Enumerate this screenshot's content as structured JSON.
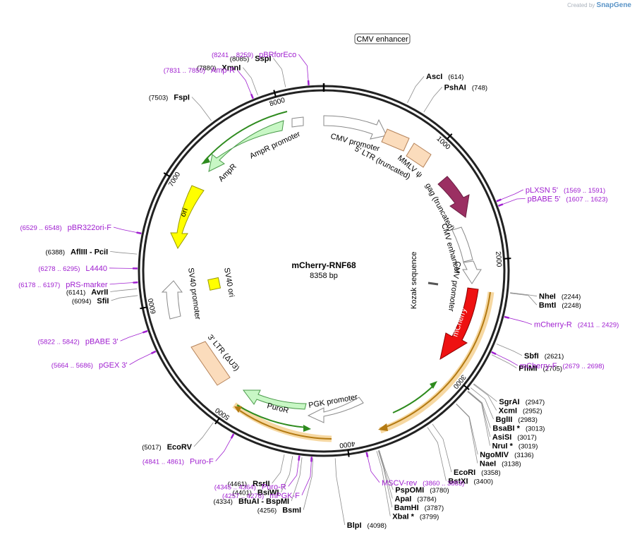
{
  "brand": {
    "created_by": "Created by",
    "name": "SnapGene"
  },
  "colors": {
    "primer": "#a020d0",
    "backbone": "#222222",
    "label": "#000000",
    "leader": "#808080"
  },
  "plasmid": {
    "name": "mCherry-RNF68",
    "size_label": "8358 bp",
    "length": 8358
  },
  "ticks": [
    {
      "pos": 1000,
      "label": "1000"
    },
    {
      "pos": 2000,
      "label": "2000"
    },
    {
      "pos": 3000,
      "label": "3000"
    },
    {
      "pos": 4000,
      "label": "4000"
    },
    {
      "pos": 5000,
      "label": "5000"
    },
    {
      "pos": 6000,
      "label": "6000"
    },
    {
      "pos": 7000,
      "label": "7000"
    },
    {
      "pos": 8000,
      "label": "8000"
    }
  ],
  "sites": [
    {
      "name": "AscI",
      "pos": "(614)",
      "bp": 614,
      "side": "left"
    },
    {
      "name": "PshAI",
      "pos": "(748)",
      "bp": 748,
      "side": "left"
    },
    {
      "name": "NheI",
      "pos": "(2244)",
      "bp": 2244,
      "side": "left"
    },
    {
      "name": "BmtI",
      "pos": "(2248)",
      "bp": 2248,
      "side": "left"
    },
    {
      "name": "SbfI",
      "pos": "(2621)",
      "bp": 2621,
      "side": "left"
    },
    {
      "name": "PflMI",
      "pos": "(2705)",
      "bp": 2705,
      "side": "left"
    },
    {
      "name": "SgrAI",
      "pos": "(2947)",
      "bp": 2947,
      "side": "left"
    },
    {
      "name": "XcmI",
      "pos": "(2952)",
      "bp": 2952,
      "side": "left"
    },
    {
      "name": "BglII",
      "pos": "(2983)",
      "bp": 2983,
      "side": "left"
    },
    {
      "name": "BsaBI *",
      "pos": "(3013)",
      "bp": 3013,
      "side": "left"
    },
    {
      "name": "AsiSI",
      "pos": "(3017)",
      "bp": 3017,
      "side": "left"
    },
    {
      "name": "NruI *",
      "pos": "(3019)",
      "bp": 3019,
      "side": "left"
    },
    {
      "name": "NgoMIV",
      "pos": "(3136)",
      "bp": 3136,
      "side": "left"
    },
    {
      "name": "NaeI",
      "pos": "(3138)",
      "bp": 3138,
      "side": "left"
    },
    {
      "name": "EcoRI",
      "pos": "(3358)",
      "bp": 3358,
      "side": "left"
    },
    {
      "name": "BstXI",
      "pos": "(3400)",
      "bp": 3400,
      "side": "left"
    },
    {
      "name": "PspOMI",
      "pos": "(3780)",
      "bp": 3780,
      "side": "left"
    },
    {
      "name": "ApaI",
      "pos": "(3784)",
      "bp": 3784,
      "side": "left"
    },
    {
      "name": "BamHI",
      "pos": "(3787)",
      "bp": 3787,
      "side": "left"
    },
    {
      "name": "XbaI *",
      "pos": "(3799)",
      "bp": 3799,
      "side": "left"
    },
    {
      "name": "BlpI",
      "pos": "(4098)",
      "bp": 4098,
      "side": "left"
    },
    {
      "name": "BsmI",
      "pos": "(4256)",
      "bp": 4256,
      "side": "left"
    },
    {
      "name": "BfuAI - BspMI",
      "pos": "(4334)",
      "bp": 4334,
      "side": "right"
    },
    {
      "name": "BsiWI",
      "pos": "(4401)",
      "bp": 4401,
      "side": "right"
    },
    {
      "name": "RsrII",
      "pos": "(4461)",
      "bp": 4461,
      "side": "right"
    },
    {
      "name": "EcoRV",
      "pos": "(5017)",
      "bp": 5017,
      "side": "right"
    },
    {
      "name": "SfiI",
      "pos": "(6094)",
      "bp": 6094,
      "side": "right"
    },
    {
      "name": "AvrII",
      "pos": "(6141)",
      "bp": 6141,
      "side": "right"
    },
    {
      "name": "AflIII - PciI",
      "pos": "(6388)",
      "bp": 6388,
      "side": "right"
    },
    {
      "name": "FspI",
      "pos": "(7503)",
      "bp": 7503,
      "side": "right"
    },
    {
      "name": "XmnI",
      "pos": "(7880)",
      "bp": 7880,
      "side": "right"
    },
    {
      "name": "SspI",
      "pos": "(8085)",
      "bp": 8085,
      "side": "right"
    }
  ],
  "primers": [
    {
      "name": "pLXSN 5'",
      "pos": "(1569 .. 1591)",
      "bp": 1580,
      "side": "left"
    },
    {
      "name": "pBABE 5'",
      "pos": "(1607 .. 1623)",
      "bp": 1615,
      "side": "left"
    },
    {
      "name": "mCherry-R",
      "pos": "(2411 .. 2429)",
      "bp": 2420,
      "side": "left"
    },
    {
      "name": "mCherry-F",
      "pos": "(2679 .. 2698)",
      "bp": 2688,
      "side": "left"
    },
    {
      "name": "MSCV-rev",
      "pos": "(3860 .. 3883)",
      "bp": 3871,
      "side": "left"
    },
    {
      "name": "mPGK-F",
      "pos": "(4257 .. 4276)",
      "bp": 4266,
      "side": "right"
    },
    {
      "name": "Puro-R",
      "pos": "(4345 .. 4364)",
      "bp": 4354,
      "side": "right"
    },
    {
      "name": "Puro-F",
      "pos": "(4841 .. 4861)",
      "bp": 4851,
      "side": "right"
    },
    {
      "name": "pGEX 3'",
      "pos": "(5664 .. 5686)",
      "bp": 5675,
      "side": "right"
    },
    {
      "name": "pBABE 3'",
      "pos": "(5822 .. 5842)",
      "bp": 5832,
      "side": "right"
    },
    {
      "name": "pRS-marker",
      "pos": "(6178 .. 6197)",
      "bp": 6187,
      "side": "right"
    },
    {
      "name": "L4440",
      "pos": "(6278 .. 6295)",
      "bp": 6286,
      "side": "right"
    },
    {
      "name": "pBR322ori-F",
      "pos": "(6529 .. 6548)",
      "bp": 6538,
      "side": "right"
    },
    {
      "name": "Amp-R",
      "pos": "(7831 .. 7850)",
      "bp": 7840,
      "side": "right"
    },
    {
      "name": "pBRforEco",
      "pos": "(8241 .. 8259)",
      "bp": 8250,
      "side": "right"
    }
  ],
  "features": [
    {
      "label": "CMV enhancer",
      "boxed": true
    },
    {
      "label": "CMV promoter"
    },
    {
      "label": "5' LTR (truncated)"
    },
    {
      "label": "MMLV ψ"
    },
    {
      "label": "gag (truncated)"
    },
    {
      "label": "CMV enhancer"
    },
    {
      "label": "CMV promoter"
    },
    {
      "label": "Kozak sequence"
    },
    {
      "label": "mCherry"
    },
    {
      "label": "PGK promoter"
    },
    {
      "label": "PuroR"
    },
    {
      "label": "3' LTR (ΔU3)"
    },
    {
      "label": "SV40 promoter"
    },
    {
      "label": "SV40 ori"
    },
    {
      "label": "ori"
    },
    {
      "label": "AmpR"
    },
    {
      "label": "AmpR promoter"
    }
  ]
}
